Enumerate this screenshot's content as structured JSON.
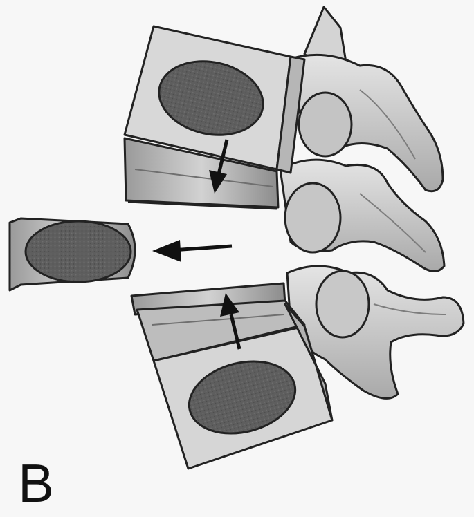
{
  "figure": {
    "panel_label": "B",
    "illustration": "lumbar-spine-vertebrae-lateral-view",
    "components": [
      "upper-vertebra",
      "removed-vertebral-body",
      "lower-vertebra"
    ],
    "arrows": [
      {
        "name": "removal-arrow",
        "direction": "left"
      },
      {
        "name": "upper-endplate-arrow",
        "direction": "down"
      },
      {
        "name": "lower-endplate-arrow",
        "direction": "up"
      }
    ],
    "colors": {
      "bone_fill": "#d6d6d6",
      "bone_shadow": "#8f8f8f",
      "cancellous_fill": "#5e5e5e",
      "outline": "#222222",
      "background": "#f7f7f7"
    }
  }
}
